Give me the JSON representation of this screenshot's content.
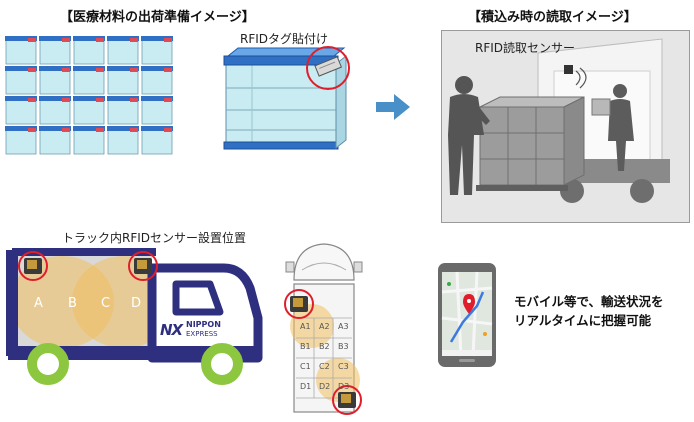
{
  "left_panel": {
    "title": "【医療材料の出荷準備イメージ】",
    "rfid_caption": "RFIDタグ貼付け"
  },
  "right_panel": {
    "title": "【積込み時の読取イメージ】",
    "sensor_label": "RFID読取センサー"
  },
  "truck_section": {
    "caption": "トラック内RFIDセンサー設置位置",
    "zone_labels": [
      "A",
      "B",
      "C",
      "D"
    ],
    "logo_mark": "NX",
    "logo_line1": "NIPPON",
    "logo_line2": "EXPRESS",
    "topview_cells": [
      "A1",
      "A2",
      "A3",
      "B1",
      "B2",
      "B3",
      "C1",
      "C2",
      "C3",
      "D1",
      "D2",
      "D3"
    ]
  },
  "mobile_section": {
    "message_line1": "モバイル等で、輸送状況を",
    "message_line2": "リアルタイムに把握可能"
  },
  "colors": {
    "navy": "#2e2f7f",
    "green": "#8dc63f",
    "red": "#e01e2b",
    "arrow": "#4a90c8",
    "crate_blue": "#2f6fc4",
    "crate_fill": "#c9ecf2",
    "zone_fill": "#f0c060"
  }
}
